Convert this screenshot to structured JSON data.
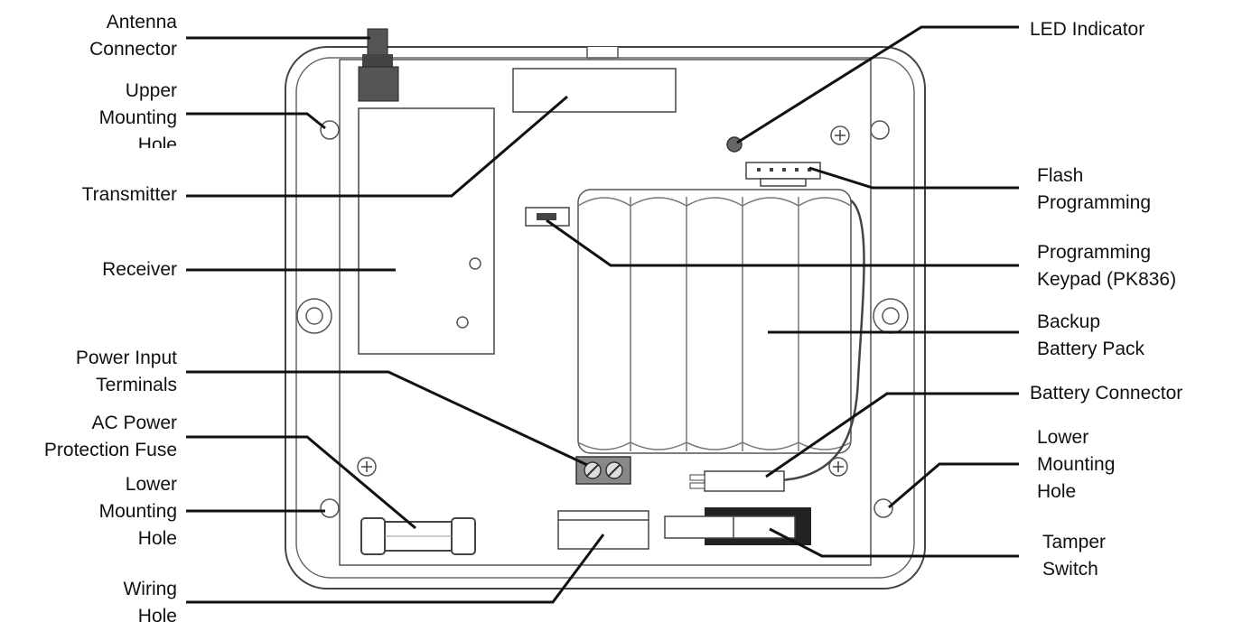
{
  "diagram": {
    "labels": {
      "antenna_connector": [
        "Antenna",
        "Connector"
      ],
      "upper_mounting_hole": [
        "Upper",
        "Mounting",
        "Hole"
      ],
      "transmitter": [
        "Transmitter"
      ],
      "receiver": [
        "Receiver"
      ],
      "power_input_terminals": [
        "Power Input",
        "Terminals"
      ],
      "ac_power_fuse": [
        "AC Power",
        "Protection Fuse"
      ],
      "lower_mounting_hole_left": [
        "Lower",
        "Mounting",
        "Hole"
      ],
      "wiring_hole": [
        "Wiring",
        "Hole"
      ],
      "led_indicator": [
        "LED Indicator"
      ],
      "flash_programming": [
        "Flash",
        "Programming"
      ],
      "programming_keypad": [
        "Programming",
        "Keypad (PK836)"
      ],
      "backup_battery_pack": [
        "Backup",
        "Battery Pack"
      ],
      "battery_connector": [
        "Battery Connector"
      ],
      "lower_mounting_hole_right": [
        "Lower",
        "Mounting",
        "Hole"
      ],
      "tamper_switch": [
        "Tamper",
        "Switch"
      ]
    }
  }
}
